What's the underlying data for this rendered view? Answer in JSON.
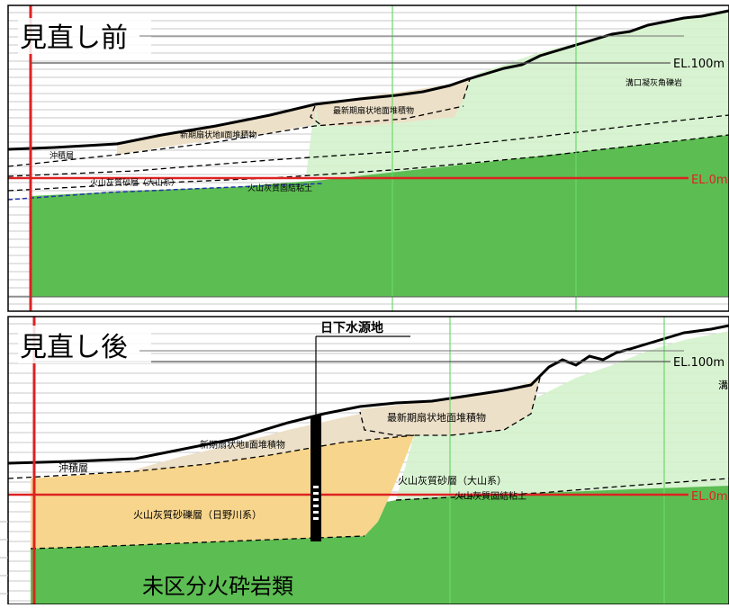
{
  "panels": [
    {
      "id": "before",
      "title": "見直し前",
      "el100": "EL.100m",
      "el0": "EL.0m",
      "labels": {
        "alluvium": "沖積層",
        "terrace": "新期扇状地Ⅱ面堆積物",
        "latest_fan": "最新期扇状地面堆積物",
        "talus": "溝口凝灰角礫岩",
        "volcanic_sand": "火山灰質砂層（大山系）",
        "volcanic_clay": "火山灰質固結粘土"
      }
    },
    {
      "id": "after",
      "title": "見直し後",
      "el100": "EL.100m",
      "el0": "EL.0m",
      "well_label": "日下水源地",
      "labels": {
        "alluvium": "沖積層",
        "terrace": "新期扇状地Ⅱ面堆積物",
        "latest_fan": "最新期扇状地面堆積物",
        "hino_gravel": "火山灰質砂礫層（日野川系）",
        "daisen_sand": "火山灰質砂層（大山系）",
        "volcanic_clay": "火山灰質固結粘土",
        "bedrock": "未区分火砕岩類",
        "talus_partial": "溝"
      }
    }
  ],
  "colors": {
    "green_dark": "#5cbd52",
    "green_light": "#d4f2cc",
    "tan": "#ede0c8",
    "orange": "#f7d58c",
    "red_line": "#dd2222",
    "grid_green": "#6bd86b"
  }
}
